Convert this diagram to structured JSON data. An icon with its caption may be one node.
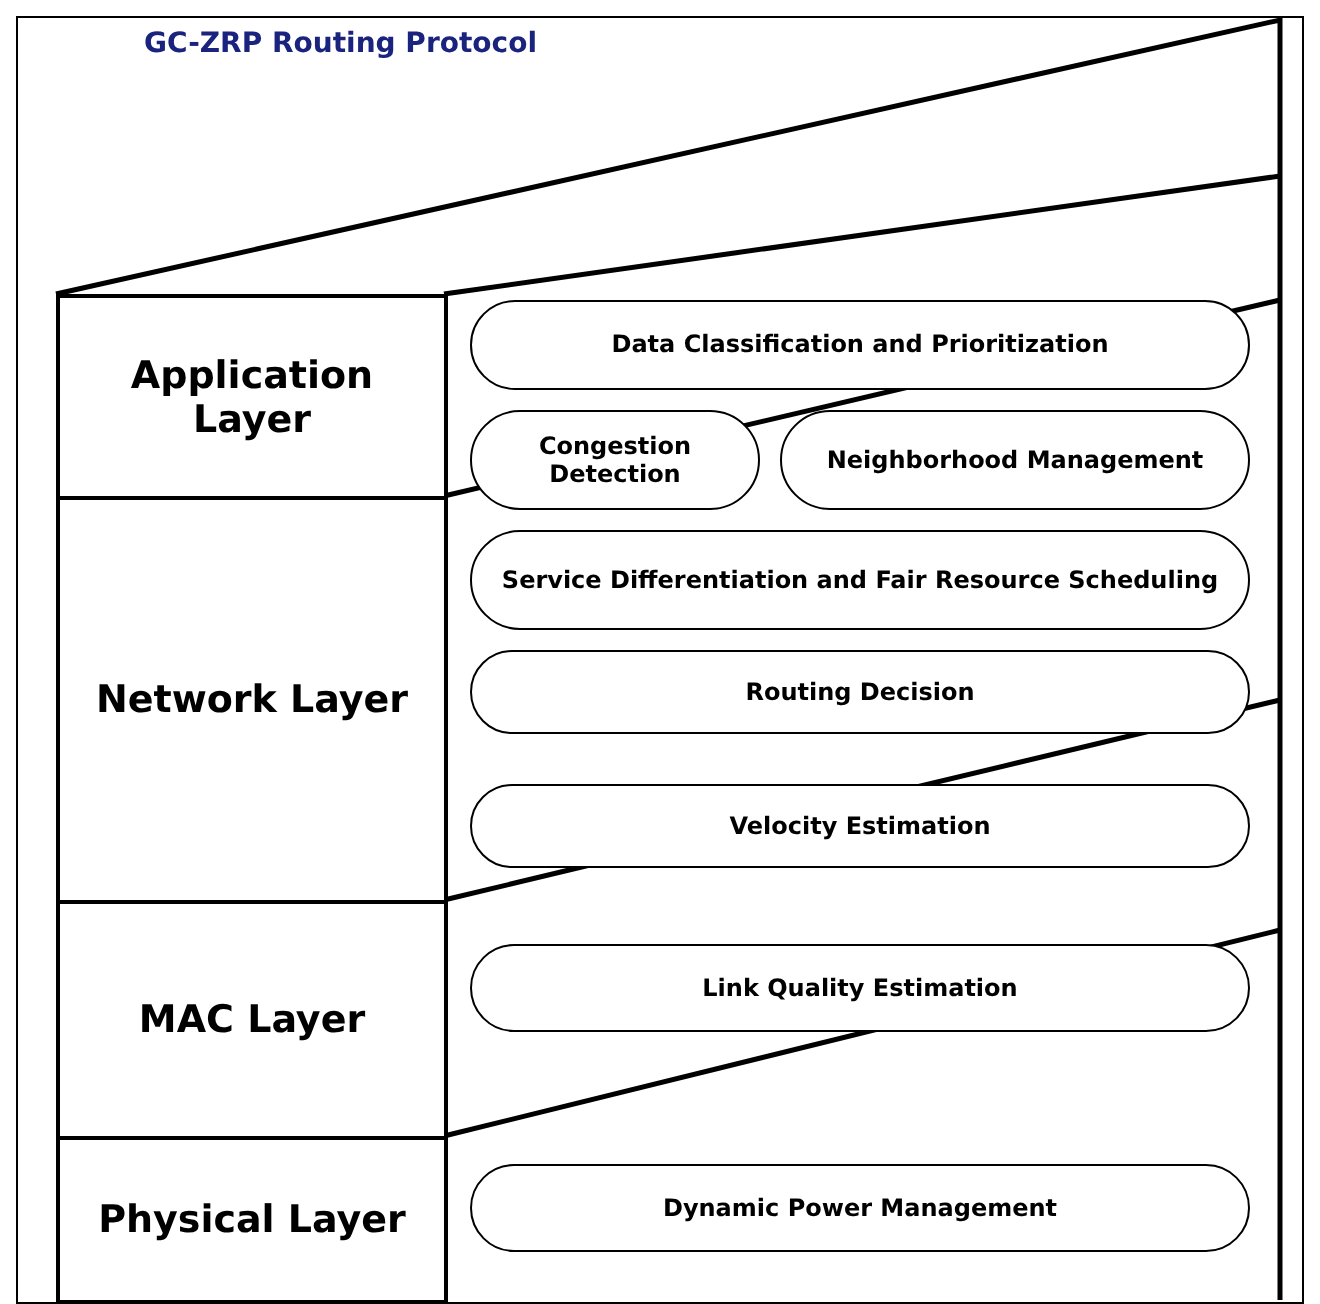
{
  "diagram": {
    "title": "GC-ZRP Routing Protocol",
    "nodes": [
      {
        "text": [
          "Application Layer"
        ]
      },
      {
        "text": [
          "Network Layer"
        ]
      },
      {
        "text": [
          "MAC Layer"
        ]
      },
      {
        "text": [
          "Physical Layer"
        ]
      },
      {
        "text": [
          "Data Classification and Prioritization"
        ]
      },
      {
        "text": [
          "Neighborhood Management"
        ]
      },
      {
        "text": [
          "Congestion Detection"
        ]
      },
      {
        "text": [
          "Service Differentiation and Fair Resource Scheduling"
        ]
      },
      {
        "text": [
          "Routing Decision"
        ]
      },
      {
        "text": [
          "Velocity Estimation"
        ]
      },
      {
        "text": [
          "Link Quality Estimation"
        ]
      },
      {
        "text": [
          "Dynamic Power Management"
        ]
      }
    ]
  }
}
